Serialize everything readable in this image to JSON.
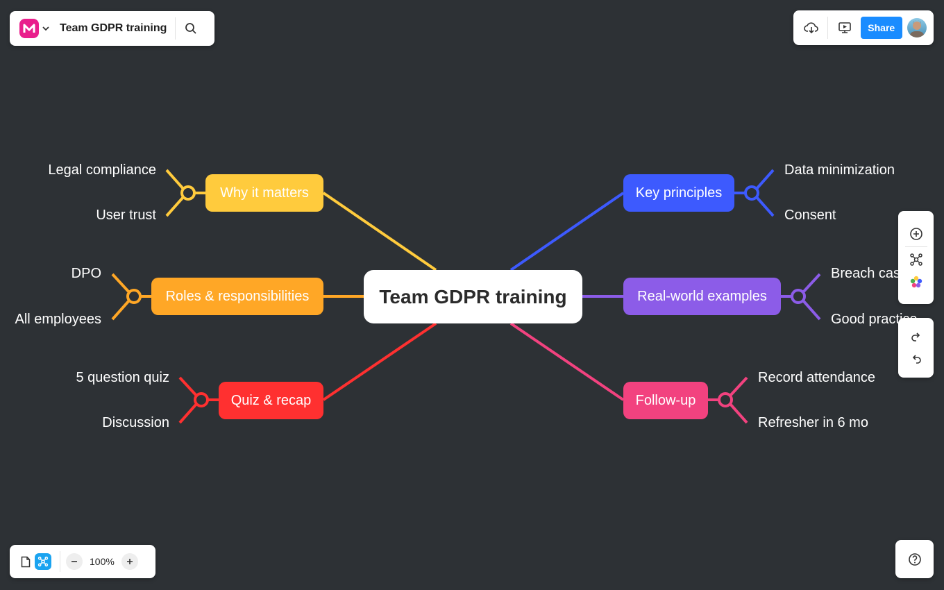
{
  "header": {
    "doc_title": "Team GDPR training",
    "share_label": "Share"
  },
  "zoom": {
    "level": "100%"
  },
  "colors": {
    "background": "#2d3135",
    "accent": "#1a8cff",
    "why": "#ffcb3d",
    "roles": "#ffa726",
    "quiz": "#ff3030",
    "principles": "#3d5afe",
    "examples": "#8c5ce8",
    "followup": "#f2427f"
  },
  "mindmap": {
    "root": "Team GDPR training",
    "branches": {
      "why": {
        "label": "Why it matters",
        "children": [
          "Legal compliance",
          "User trust"
        ]
      },
      "roles": {
        "label": "Roles & responsibilities",
        "children": [
          "DPO",
          "All employees"
        ]
      },
      "quiz": {
        "label": "Quiz & recap",
        "children": [
          "5 question quiz",
          "Discussion"
        ]
      },
      "principles": {
        "label": "Key principles",
        "children": [
          "Data minimization",
          "Consent"
        ]
      },
      "examples": {
        "label": "Real-world examples",
        "children": [
          "Breach case",
          "Good practice"
        ]
      },
      "followup": {
        "label": "Follow-up",
        "children": [
          "Record attendance",
          "Refresher in 6 mo"
        ]
      }
    }
  },
  "icons": [
    "logo-icon",
    "chevron-down-icon",
    "search-icon",
    "cloud-download-icon",
    "present-icon",
    "avatar",
    "add-circle-icon",
    "mindmap-layout-icon",
    "color-palette-icon",
    "redo-icon",
    "undo-icon",
    "document-icon",
    "mindmap-mode-icon",
    "zoom-out-icon",
    "zoom-in-icon",
    "help-icon"
  ]
}
